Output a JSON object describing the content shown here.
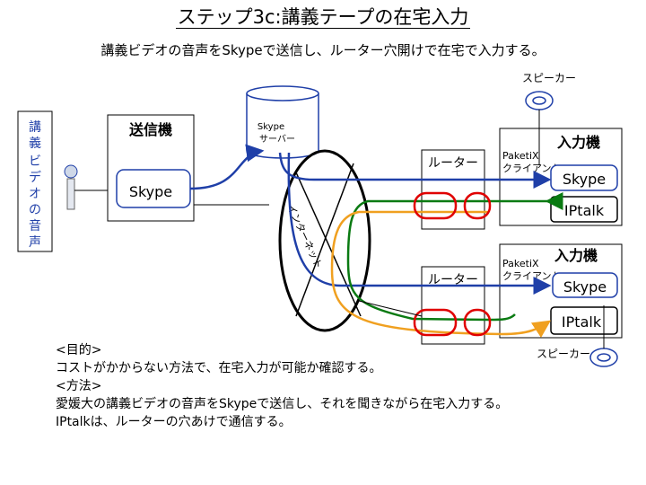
{
  "title": "ステップ3c:講義テープの在宅入力",
  "subtitle": "講義ビデオの音声をSkypeで送信し、ルーター穴開けで在宅で入力する。",
  "source": {
    "label_chars": [
      "講",
      "義",
      "ビ",
      "デ",
      "オ",
      "の",
      "音",
      "声"
    ]
  },
  "sender": {
    "label": "送信機",
    "skype": "Skype"
  },
  "server": {
    "line1": "Skype",
    "line2": "サーバー"
  },
  "internet_label": "インターネット",
  "router_top": "ルーター",
  "router_bottom": "ルーター",
  "input_top": {
    "label": "入力機",
    "client_line1": "PaketiX",
    "client_line2": "クライアント",
    "skype": "Skype",
    "iptalk": "IPtalk"
  },
  "input_bottom": {
    "label": "入力機",
    "client_line1": "PaketiX",
    "client_line2": "クライアント",
    "skype": "Skype",
    "iptalk": "IPtalk"
  },
  "speaker_top": "スピーカー",
  "speaker_bottom": "スピーカー",
  "notes": {
    "head1": "<目的>",
    "line1": "コストがかからない方法で、在宅入力が可能か確認する。",
    "head2": "<方法>",
    "line2": "愛媛大の講義ビデオの音声をSkypeで送信し、それを聞きながら在宅入力する。",
    "line3": "IPtalkは、ルーターの穴あけで通信する。"
  },
  "colors": {
    "blue": "#1f3fa8",
    "green": "#0a7a12",
    "orange": "#f0a020",
    "red": "#e00000"
  }
}
